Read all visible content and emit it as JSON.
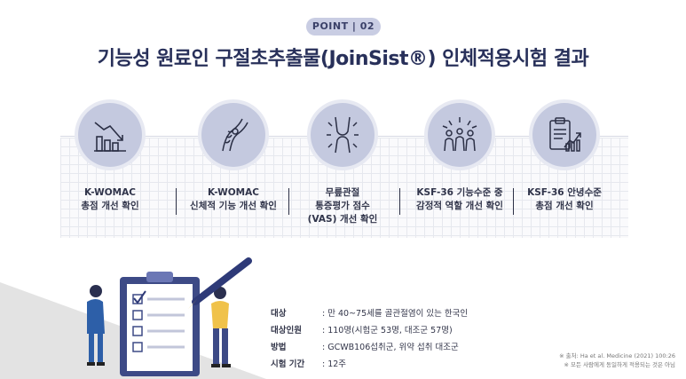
{
  "badge": "POINT | 02",
  "title": "기능성 원료인 구절초추출물(JoinSist®) 인체적용시험 결과",
  "items": [
    {
      "icon": "bar-chart-decline-icon",
      "line1": "K-WOMAC",
      "line2": "총점 개선 확인",
      "line3": ""
    },
    {
      "icon": "body-joint-icon",
      "line1": "K-WOMAC",
      "line2": "신체적 기능 개선 확인",
      "line3": ""
    },
    {
      "icon": "knee-joint-icon",
      "line1": "무릎관절",
      "line2": "통증평가 점수",
      "line3": "(VAS) 개선 확인"
    },
    {
      "icon": "people-group-icon",
      "line1": "KSF-36 기능수준 중",
      "line2": "감정적 역할 개선 확인",
      "line3": ""
    },
    {
      "icon": "clipboard-chart-icon",
      "line1": "KSF-36 안녕수준",
      "line2": "총점 개선 확인",
      "line3": ""
    }
  ],
  "info": [
    {
      "key": "대상",
      "value": ": 만 40~75세를 골관절염이 있는 한국인"
    },
    {
      "key": "대상인원",
      "value": ": 110명(시험군 53명, 대조군 57명)"
    },
    {
      "key": "방법",
      "value": ": GCWB106섭취군, 위약 섭취 대조군"
    },
    {
      "key": "시험 기간",
      "value": ": 12주"
    }
  ],
  "notes": {
    "line1": "※ 출처: Ha et al. Medicine (2021) 100:26",
    "line2": "※ 모든 사람에게 동일하게 적용되는 것은 아님"
  },
  "colors": {
    "navy": "#28305a",
    "circle": "#c4c9df",
    "badge": "#c9cde3"
  }
}
